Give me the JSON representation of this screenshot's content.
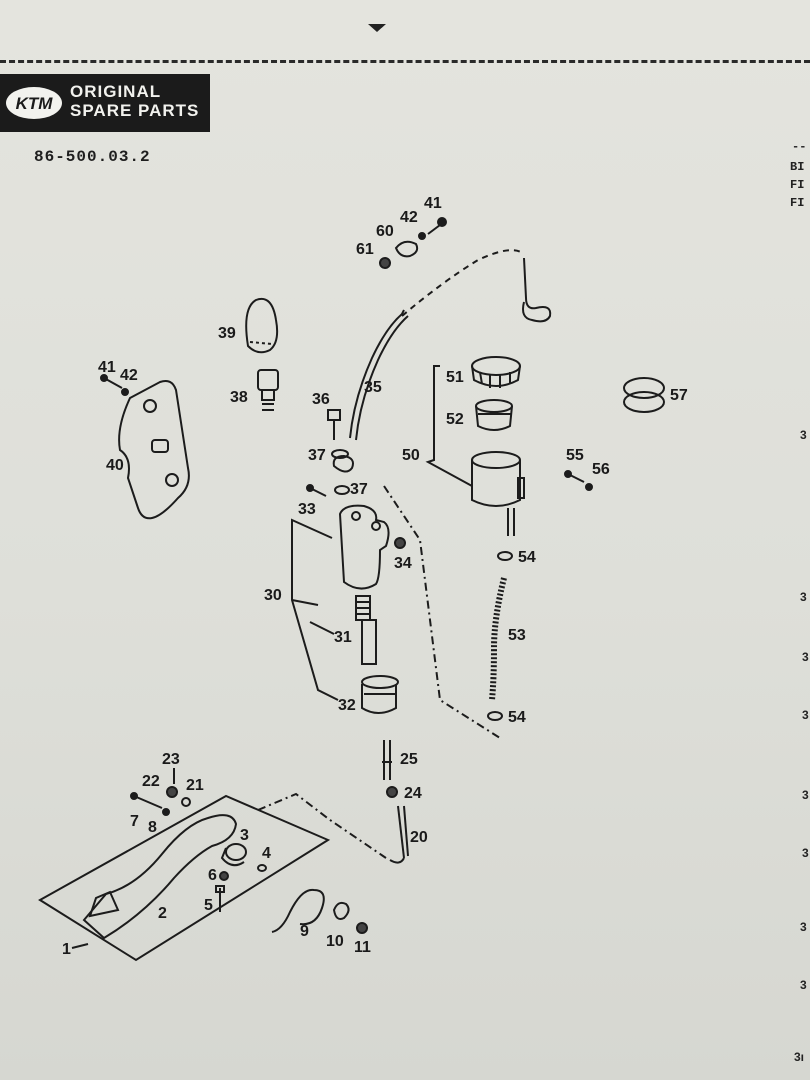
{
  "header": {
    "brand_line1": "ORIGINAL",
    "brand_line2": "SPARE PARTS",
    "logo_text": "KTM",
    "part_number": "86-500.03.2"
  },
  "right_edge": {
    "line1": "BI",
    "line2": "FI",
    "line3": "FI",
    "dash": "--",
    "n1": "3",
    "n2": "3",
    "n3": "3",
    "n4": "3",
    "n5": "3",
    "n6": "3",
    "n7": "3",
    "n8": "3",
    "n9": "3ı"
  },
  "callouts": {
    "c1": "1",
    "c2": "2",
    "c3": "3",
    "c4": "4",
    "c5": "5",
    "c6": "6",
    "c7": "7",
    "c8": "8",
    "c9": "9",
    "c10": "10",
    "c11": "11",
    "c20": "20",
    "c21": "21",
    "c22": "22",
    "c23": "23",
    "c24": "24",
    "c25": "25",
    "c30": "30",
    "c31": "31",
    "c32": "32",
    "c33": "33",
    "c34": "34",
    "c35": "35",
    "c36": "36",
    "c37a": "37",
    "c37b": "37",
    "c38": "38",
    "c39": "39",
    "c40": "40",
    "c41a": "41",
    "c41b": "41",
    "c42a": "42",
    "c42b": "42",
    "c50": "50",
    "c51": "51",
    "c52": "52",
    "c53": "53",
    "c54a": "54",
    "c54b": "54",
    "c55": "55",
    "c56": "56",
    "c57": "57",
    "c60": "60",
    "c61": "61"
  }
}
